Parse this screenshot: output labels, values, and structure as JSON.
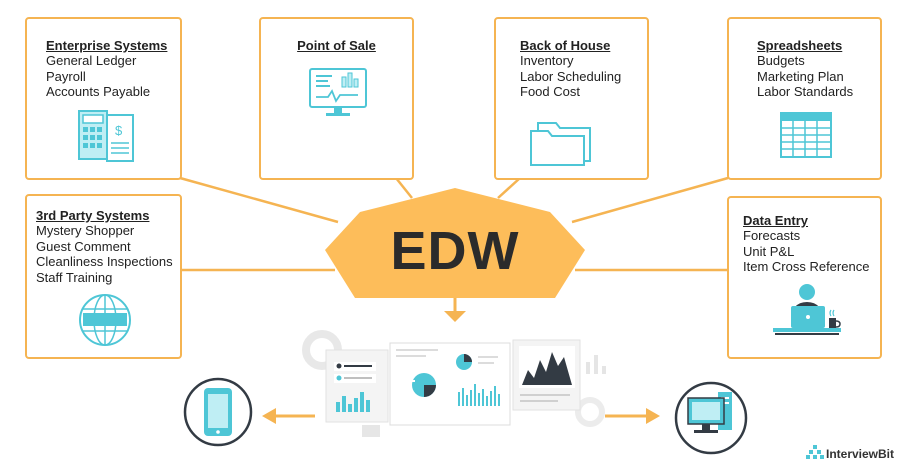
{
  "colors": {
    "accent": "#f5b452",
    "icon": "#4ec6d6",
    "icon_fill": "#bfeef4",
    "hub": "#fdbd5a",
    "dark": "#333b44"
  },
  "hub": {
    "label": "EDW"
  },
  "sources": {
    "enterprise": {
      "title": "Enterprise Systems",
      "items": [
        "General Ledger",
        "Payroll",
        "Accounts Payable"
      ],
      "icon": "calculator-ledger-icon"
    },
    "pos": {
      "title": "Point of Sale",
      "items": [],
      "icon": "monitor-chart-icon"
    },
    "boh": {
      "title": "Back of House",
      "items": [
        "Inventory",
        "Labor Scheduling",
        "Food Cost"
      ],
      "icon": "folder-icon"
    },
    "spreadsheets": {
      "title": "Spreadsheets",
      "items": [
        "Budgets",
        "Marketing Plan",
        "Labor Standards"
      ],
      "icon": "spreadsheet-icon"
    },
    "third_party": {
      "title": "3rd Party Systems",
      "items": [
        "Mystery Shopper",
        "Guest Comment",
        "Cleanliness Inspections",
        "Staff Training"
      ],
      "icon": "www-globe-icon"
    },
    "data_entry": {
      "title": "Data Entry",
      "items": [
        "Forecasts",
        "Unit P&L",
        "Item Cross Reference"
      ],
      "icon": "person-laptop-icon"
    }
  },
  "outputs": {
    "dashboard_icon": "dashboard-icon",
    "mobile_icon": "mobile-phone-icon",
    "desktop_icon": "desktop-computer-icon"
  },
  "brand": {
    "name": "InterviewBit",
    "icon": "interviewbit-logo-icon"
  }
}
